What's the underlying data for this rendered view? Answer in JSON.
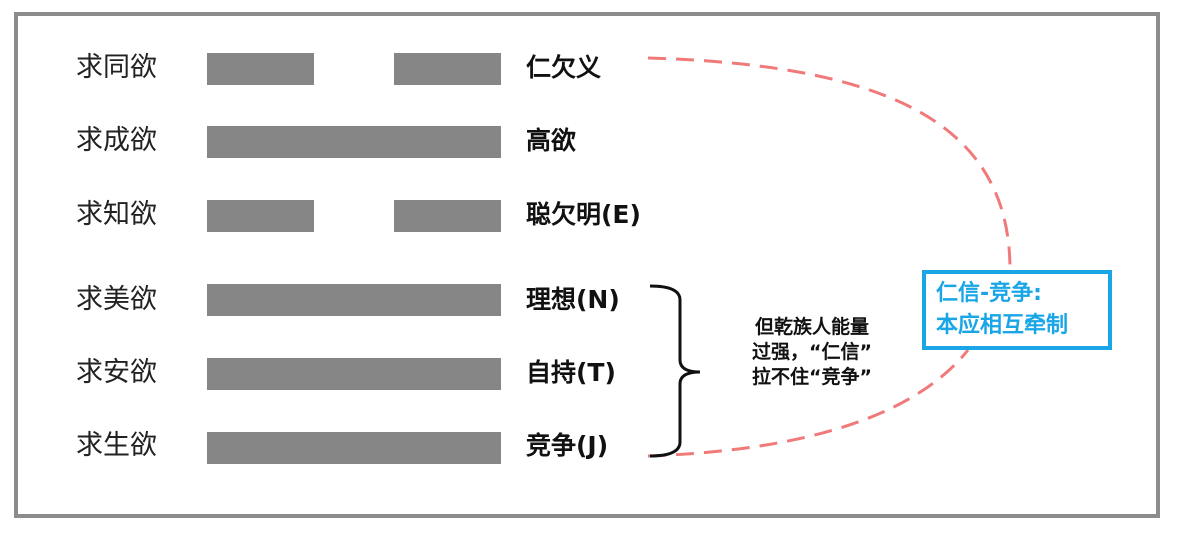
{
  "rows": [
    {
      "label": "求同欲",
      "bar": "split",
      "result": "仁欠义"
    },
    {
      "label": "求成欲",
      "bar": "full",
      "result": "高欲"
    },
    {
      "label": "求知欲",
      "bar": "split",
      "result": "聪欠明(E)"
    },
    {
      "label": "求美欲",
      "bar": "full",
      "result": "理想(N)"
    },
    {
      "label": "求安欲",
      "bar": "full",
      "result": "自持(T)"
    },
    {
      "label": "求生欲",
      "bar": "full",
      "result": "竞争(J)"
    }
  ],
  "note": {
    "line1": "但乾族人能量",
    "line2": "过强，“仁信”",
    "line3": "拉不住“竞争”"
  },
  "callout": {
    "line1": "仁信-竞争:",
    "line2": "本应相互牵制"
  },
  "colors": {
    "bar": "#868686",
    "callout": "#1aa6e6",
    "dashed_connector": "#f07a7a",
    "frame": "#8c8c8c"
  }
}
